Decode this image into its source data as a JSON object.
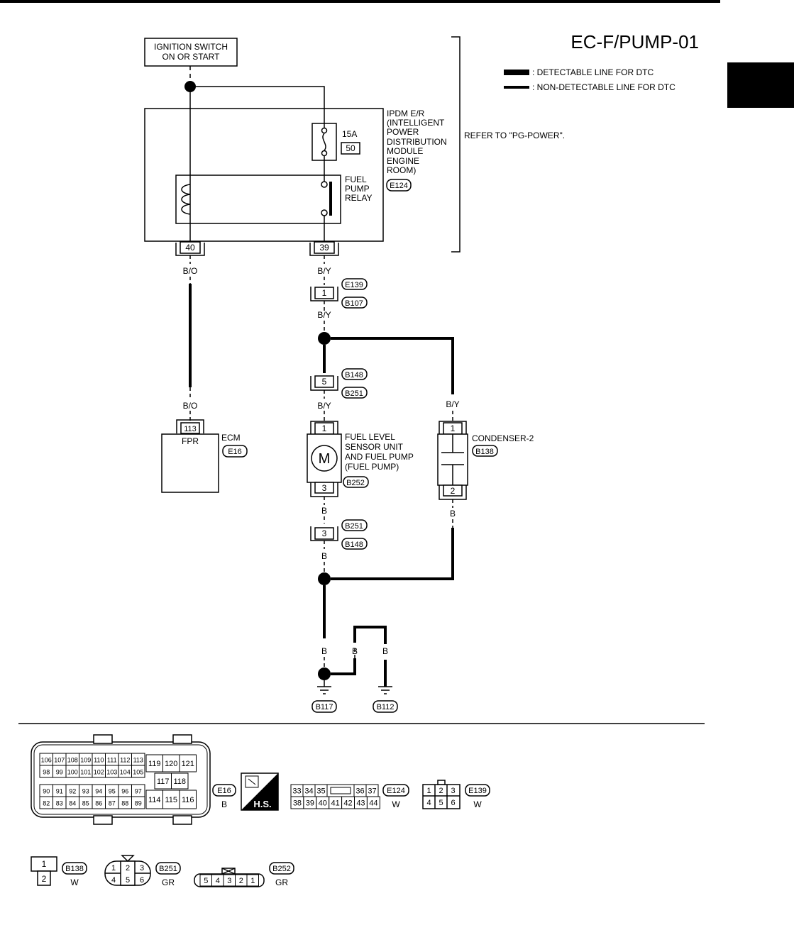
{
  "page": {
    "title": "EC-F/PUMP-01",
    "section_tab_color": "#000000"
  },
  "legend": {
    "detectable": ": DETECTABLE LINE FOR DTC",
    "non_detectable": ": NON-DETECTABLE LINE FOR DTC"
  },
  "ignition": {
    "line1": "IGNITION SWITCH",
    "line2": "ON OR START"
  },
  "ipdm": {
    "lines": [
      "IPDM E/R",
      "(INTELLIGENT",
      "POWER",
      "DISTRIBUTION",
      "MODULE",
      "ENGINE",
      "ROOM)"
    ],
    "connector": "E124",
    "refer": "REFER TO \"PG-POWER\".",
    "fuse_amps": "15A",
    "fuse_no": "50",
    "relay_lines": [
      "FUEL",
      "PUMP",
      "RELAY"
    ],
    "pin_left": "40",
    "pin_right": "39"
  },
  "wires": {
    "bo": "B/O",
    "by": "B/Y",
    "b": "B"
  },
  "joint1": {
    "pin": "1",
    "c1": "E139",
    "c2": "B107"
  },
  "joint2": {
    "pin": "5",
    "c1": "B148",
    "c2": "B251"
  },
  "joint3": {
    "pin": "3",
    "c1": "B251",
    "c2": "B148"
  },
  "ecm": {
    "pin": "113",
    "label": "FPR",
    "name": "ECM",
    "connector": "E16"
  },
  "pump": {
    "pin_top": "1",
    "pin_bottom": "3",
    "symbol": "M",
    "lines": [
      "FUEL LEVEL",
      "SENSOR UNIT",
      "AND FUEL PUMP",
      "(FUEL PUMP)"
    ],
    "connector": "B252"
  },
  "condenser": {
    "pin_top": "1",
    "pin_bottom": "2",
    "name": "CONDENSER-2",
    "connector": "B138"
  },
  "grounds": {
    "g1": "B117",
    "g2": "B112"
  },
  "connectors": {
    "e16": {
      "id": "E16",
      "color": "B",
      "row1": [
        "106",
        "107",
        "108",
        "109",
        "110",
        "111",
        "112",
        "113"
      ],
      "row2": [
        "98",
        "99",
        "100",
        "101",
        "102",
        "103",
        "104",
        "105"
      ],
      "row3": [
        "90",
        "91",
        "92",
        "93",
        "94",
        "95",
        "96",
        "97"
      ],
      "row4": [
        "82",
        "83",
        "84",
        "85",
        "86",
        "87",
        "88",
        "89"
      ],
      "mid_top": [
        "119",
        "120",
        "121"
      ],
      "mid_mid": [
        "117",
        "118"
      ],
      "mid_bot": [
        "114",
        "115",
        "116"
      ]
    },
    "hs_label": "H.S.",
    "e124": {
      "id": "E124",
      "color": "W",
      "row1": [
        "33",
        "34",
        "35",
        "36",
        "37"
      ],
      "row2": [
        "38",
        "39",
        "40",
        "41",
        "42",
        "43",
        "44"
      ]
    },
    "e139": {
      "id": "E139",
      "color": "W",
      "row1": [
        "1",
        "2",
        "3"
      ],
      "row2": [
        "4",
        "5",
        "6"
      ]
    },
    "b138": {
      "id": "B138",
      "color": "W",
      "top": "1",
      "bottom": "2"
    },
    "b251": {
      "id": "B251",
      "color": "GR",
      "row1": [
        "1",
        "2",
        "3"
      ],
      "row2": [
        "4",
        "5",
        "6"
      ]
    },
    "b252": {
      "id": "B252",
      "color": "GR",
      "pins": [
        "5",
        "4",
        "3",
        "2",
        "1"
      ]
    }
  }
}
